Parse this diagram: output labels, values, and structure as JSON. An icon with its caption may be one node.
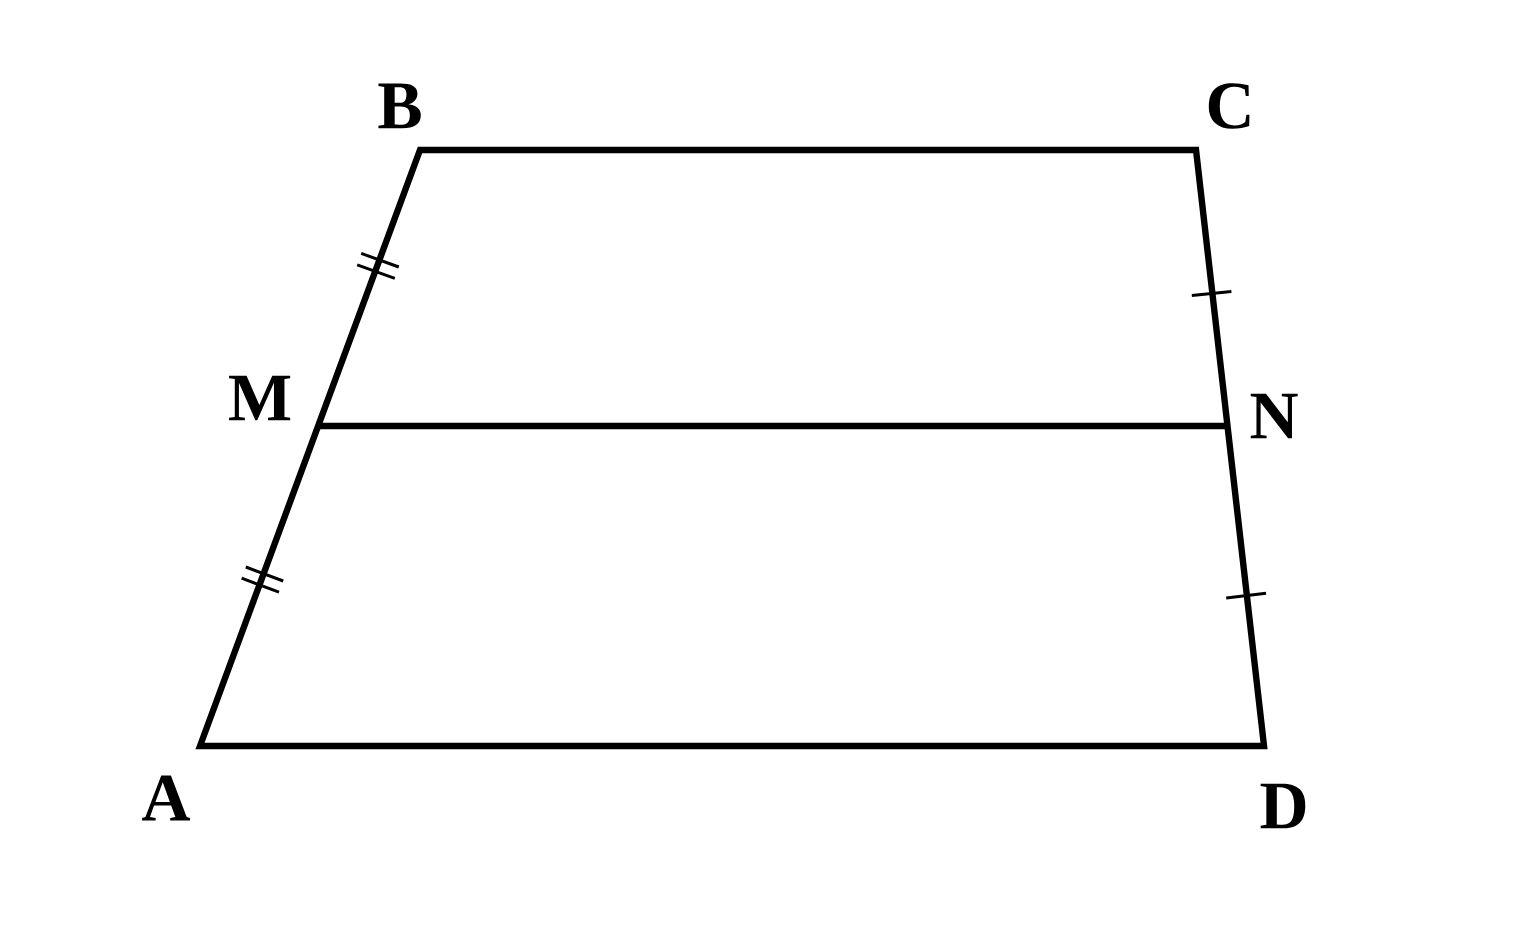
{
  "diagram": {
    "labels": [
      "B",
      "C",
      "M",
      "N",
      "A",
      "D"
    ]
  }
}
